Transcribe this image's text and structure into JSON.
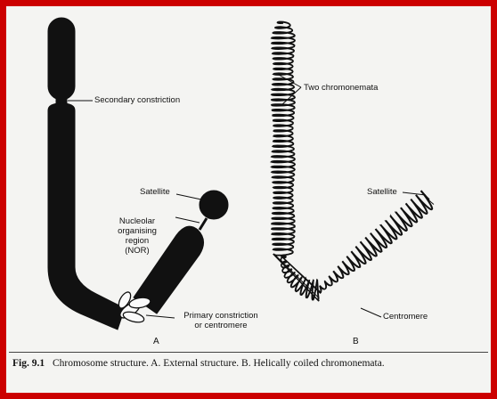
{
  "figure": {
    "caption_number": "Fig. 9.1",
    "caption_text": "Chromosome structure. A. External structure. B. Helically coiled chromonemata.",
    "border_color": "#cc0000",
    "ink_color": "#111111"
  },
  "panel_a": {
    "panel_label": "A",
    "label_secondary_constriction": "Secondary constriction",
    "label_satellite": "Satellite",
    "label_nor_line1": "Nucleolar",
    "label_nor_line2": "organising",
    "label_nor_line3": "region",
    "label_nor_line4": "(NOR)",
    "label_primary_line1": "Primary constriction",
    "label_primary_line2": "or centromere"
  },
  "panel_b": {
    "panel_label": "B",
    "label_two_chromonemata": "Two chromonemata",
    "label_satellite": "Satellite",
    "label_centromere": "Centromere"
  }
}
